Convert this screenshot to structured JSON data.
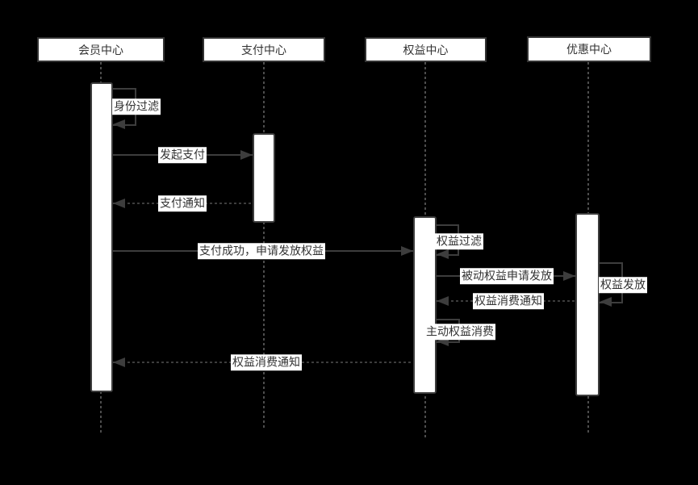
{
  "colors": {
    "background": "#000000",
    "line": "#3d3d3d",
    "lifeline_dots": "#4d4d4d",
    "box_fill": "#ffffff",
    "box_border": "#333333",
    "text": "#333333"
  },
  "lifelines": [
    {
      "label": "会员中心"
    },
    {
      "label": "支付中心"
    },
    {
      "label": "权益中心"
    },
    {
      "label": "优惠中心"
    }
  ],
  "messages": [
    {
      "label": "身份过滤",
      "from": "会员中心",
      "to": "会员中心",
      "kind": "self-loop",
      "line": "solid"
    },
    {
      "label": "发起支付",
      "from": "会员中心",
      "to": "支付中心",
      "kind": "message",
      "line": "solid"
    },
    {
      "label": "支付通知",
      "from": "支付中心",
      "to": "会员中心",
      "kind": "message",
      "line": "dashed"
    },
    {
      "label": "支付成功，申请发放权益",
      "from": "会员中心",
      "to": "权益中心",
      "kind": "message",
      "line": "solid"
    },
    {
      "label": "权益过滤",
      "from": "权益中心",
      "to": "权益中心",
      "kind": "self-loop",
      "line": "solid"
    },
    {
      "label": "被动权益申请发放",
      "from": "权益中心",
      "to": "优惠中心",
      "kind": "message",
      "line": "solid"
    },
    {
      "label": "权益发放",
      "from": "优惠中心",
      "to": "优惠中心",
      "kind": "self-loop",
      "line": "solid"
    },
    {
      "label": "权益消费通知",
      "from": "优惠中心",
      "to": "权益中心",
      "kind": "message",
      "line": "dashed"
    },
    {
      "label": "主动权益消费",
      "from": "权益中心",
      "to": "权益中心",
      "kind": "self-loop",
      "line": "solid"
    },
    {
      "label": "权益消费通知",
      "from": "权益中心",
      "to": "会员中心",
      "kind": "message",
      "line": "dashed"
    }
  ]
}
